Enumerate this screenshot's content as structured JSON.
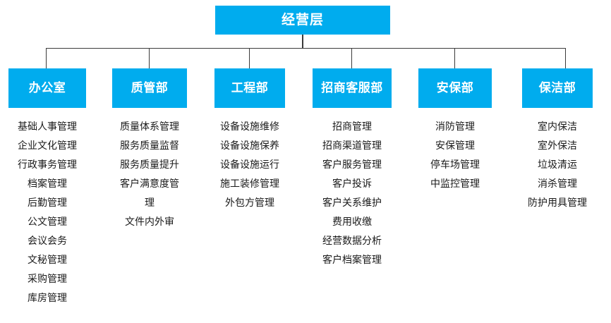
{
  "chart_data": {
    "type": "diagram",
    "title": "经营层组织架构图",
    "root": "经营层",
    "accent_color": "#00ACEE",
    "line_color": "#3b3b3b",
    "text_color": "#1a1a1a",
    "box_text_color": "#ffffff"
  },
  "root": {
    "label": "经营层"
  },
  "departments": [
    {
      "label": "办公室",
      "items": [
        "基础人事管理",
        "企业文化管理",
        "行政事务管理",
        "档案管理",
        "后勤管理",
        "公文管理",
        "会议会务",
        "文秘管理",
        "采购管理",
        "库房管理"
      ]
    },
    {
      "label": "质管部",
      "items": [
        "质量体系管理",
        "服务质量监督",
        "服务质量提升",
        "客户满意度管理",
        "文件内外审"
      ]
    },
    {
      "label": "工程部",
      "items": [
        "设备设施维修",
        "设备设施保养",
        "设备设施运行",
        "施工装修管理",
        "外包方管理"
      ]
    },
    {
      "label": "招商客服部",
      "items": [
        "招商管理",
        "招商渠道管理",
        "客户服务管理",
        "客户投诉",
        "客户关系维护",
        "费用收缴",
        "经营数据分析",
        "客户档案管理"
      ]
    },
    {
      "label": "安保部",
      "items": [
        "消防管理",
        "安保管理",
        "停车场管理",
        "中监控管理"
      ]
    },
    {
      "label": "保洁部",
      "items": [
        "室内保洁",
        "室外保洁",
        "垃圾清运",
        "消杀管理",
        "防护用具管理"
      ]
    }
  ]
}
